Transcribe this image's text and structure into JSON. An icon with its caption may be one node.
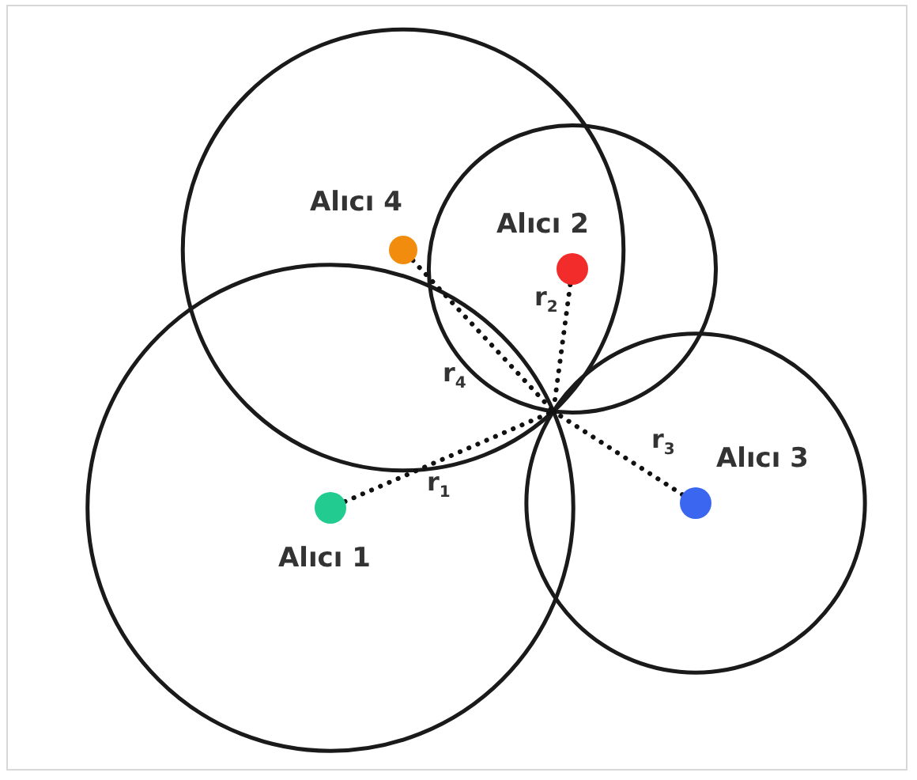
{
  "diagram": {
    "nodes": [
      {
        "text": [
          "Alıcı 4"
        ]
      },
      {
        "text": [
          "Alıcı 2"
        ]
      },
      {
        "text": [
          "Alıcı 1"
        ]
      },
      {
        "text": [
          "Alıcı 3"
        ]
      },
      {
        "text": [],
        "shape": "dot"
      }
    ],
    "edges": [
      {
        "from": 2,
        "to": 4,
        "arrow": "none",
        "label": "r$_{1}$",
        "style": "dashed"
      },
      {
        "from": 1,
        "to": 4,
        "arrow": "none",
        "label": "r$_{2}$",
        "style": "dashed"
      },
      {
        "from": 3,
        "to": 4,
        "arrow": "none",
        "label": "r$_{3}$",
        "style": "dashed"
      },
      {
        "from": 0,
        "to": 4,
        "arrow": "none",
        "label": "r$_{4}$",
        "style": "dashed"
      }
    ]
  }
}
